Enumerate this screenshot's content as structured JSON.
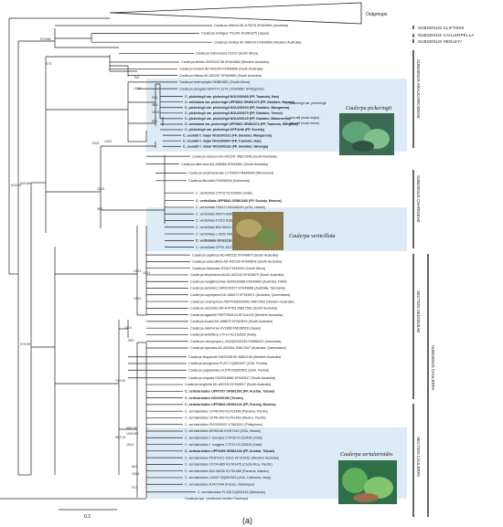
{
  "outgroups_label": "Outgroups",
  "scale_label": "0.2",
  "panel_label": "(a)",
  "group_labels": [
    {
      "text": "SUBGENUS CLIFTONII"
    },
    {
      "text": "SUBGENUS CAULERPELLA"
    },
    {
      "text": "SUBGENUS HEDLEYI"
    }
  ],
  "vertical_labels": [
    {
      "text": "SUBGENUS ARAUCARIOIDEAE"
    },
    {
      "text": "SUBGENUS CHARIDEAE"
    },
    {
      "text": "SECTION SEDOIDEAE"
    },
    {
      "text": "SUBGENUS CAULERPA"
    },
    {
      "text": "SECTION CAULERPA"
    }
  ],
  "photo_labels": [
    "Caulerpa pickeringii",
    "Caulerpa verticillata",
    "Caulerpa sertularioides"
  ],
  "node_supports": [
    "97/0.88",
    "97/1",
    "52/0.82",
    "76/1",
    "100/1",
    "93/1",
    "98/1",
    "100/1",
    "99/1",
    "100/1",
    "100/1",
    "54/0.86",
    "100/1",
    "99/1",
    "97/0.99",
    "100/1",
    "100/1",
    "100/1",
    "100/1",
    "74/0.94",
    "99/1",
    "88/0.78",
    "100/0.82",
    "60/0.75",
    "100/1",
    "86/1",
    "100/1",
    "97/1"
  ],
  "tips": [
    {
      "text": "Caulerpa cliftonii AD-A79076 KF649854 (Australia)",
      "bold": false
    },
    {
      "text": "Caulerpa ambigua TS1341 KU361875 (Japan)",
      "bold": false
    },
    {
      "text": "Caulerpa hedleyi AD-A86143 KF649869 (Western Australia)",
      "bold": false
    },
    {
      "text": "Caulerpa holmesiana D1201 (South Africa)",
      "bold": false
    },
    {
      "text": "Caulerpa flexilis GWS024748 KF649866 (Western Australia)",
      "bold": false
    },
    {
      "text": "Caulerpa brownii AD-A92244 KF649856 (South Australia)",
      "bold": false
    },
    {
      "text": "Caulerpa trifaria AD-A92257 KF649860 (South Australia)",
      "bold": false
    },
    {
      "text": "Caulerpa heterophylla NMB61681 (South Africa)",
      "bold": false
    },
    {
      "text": "Caulerpa elongata GENT-FL1174_KF649867 (Philippines)",
      "bold": false
    },
    {
      "text": "C. pickeringii var. pickeringii NOU200068 (FP, Tuamotu, Hao)",
      "bold": true
    },
    {
      "text": "C. webbiana var. pickeringii UPF5804 OR861070 (FP, Gambier, Morane)",
      "bold": true
    },
    {
      "text": "C. pickeringii var. pickeringii NOU200104 (FP, Gambier, Mangareva)",
      "bold": true
    },
    {
      "text": "C. pickeringii var. pickeringii NOU200070 (FP, Gambier, Temoe)",
      "bold": true
    },
    {
      "text": "C. pickeringii var. pickeringii NOU200129 (FP, Gambier, Makaroreva)",
      "bold": true
    },
    {
      "text": "C. webbiana var. pickeringii UPF5802 OR861074 (FP, Tuamotu, Rangiroa)",
      "bold": true
    },
    {
      "text": "C. pickeringii var. pickeringii UPF4246 (FP, Society)",
      "bold": true
    },
    {
      "text": "C. seuratii f. major NOU200131 (FP, Gambier, Mangareva)",
      "bold": true
    },
    {
      "text": "C. seuratii f. major NOU200067 (FP, Tuamotu, Hao)",
      "bold": true
    },
    {
      "text": "C. seuratii f. minor NOU200126 (FP, Gambier, Vahanga)",
      "bold": true
    },
    {
      "text": "Caulerpa obscura AD-A92247 JN817645 (South Australia)",
      "bold": false
    },
    {
      "text": "Caulerpa alternans AD-A88966 KF649862 (South Australia)",
      "bold": false
    },
    {
      "text": "Caulerpa andamanensis LC70509 FR848344 (Micronesia)",
      "bold": false
    },
    {
      "text": "Caulerpa filicoides FMS56034 (Indonesia)",
      "bold": false
    },
    {
      "text": "C. verticillata CTF02 KC153430 (India)",
      "bold": false
    },
    {
      "text": "C. verticillata UPF5842 OR861066 (FP, Society, Moorea)",
      "bold": true
    },
    {
      "text": "C. verticillata TS0072 KM186530 (USA, Hawaii)",
      "bold": false
    },
    {
      "text": "C. verticillata PERTH39K10 KF314137 (Australia)",
      "bold": false
    },
    {
      "text": "C. verticillata FL015 DQ652527 (USA, Florida)",
      "bold": false
    },
    {
      "text": "C. verticillata BW-06100 KU761494 (Panama, Atlantic)",
      "bold": false
    },
    {
      "text": "C. verticillata L-0330 FM956070 (Indonesia)",
      "bold": false
    },
    {
      "text": "C. verticillata NOU221619 (FP, Society, Moorea)",
      "bold": true
    },
    {
      "text": "C. verticillata CFPA-1017 KU761495 (Panama, Pacific)",
      "bold": false
    },
    {
      "text": "Caulerpa papillosa AD-A92232 KF649879 (South Australia)",
      "bold": false
    },
    {
      "text": "Caulerpa vesiculifera AD-A92234 KF649878 (South Australia)",
      "bold": false
    },
    {
      "text": "Caulerpa bartoniae G318 FJ810426 (South Africa)",
      "bold": false
    },
    {
      "text": "Caulerpa simpliciuscula AD-A92243 KF649875 (South Australia)",
      "bold": false
    },
    {
      "text": "Caulerpa hodgkinsoniae GWS032688 KF649883 (Australia, NSW)",
      "bold": false
    },
    {
      "text": "Caulerpa sedoides GWS016227 KF649888 (Australia, Tasmania)",
      "bold": false
    },
    {
      "text": "Caulerpa coppejansii AD-A88473 KF649871 (Australia, Queensland)",
      "bold": false
    },
    {
      "text": "Caulerpa corynephora PERTH08292590 JN817653 (Western Australia)",
      "bold": false
    },
    {
      "text": "Caulerpa cactoides AD-A74763 JN817650 (South Australia)",
      "bold": false
    },
    {
      "text": "Caulerpa agardhii PERTH52K10 KF314139 (Western Australia)",
      "bold": false
    },
    {
      "text": "Caulerpa lucasii AD-A88572 KF649876 (South Australia)",
      "bold": false
    },
    {
      "text": "Caulerpa okamurae HV1888 KM186528 (Japan)",
      "bold": false
    },
    {
      "text": "Caulerpa lentillifera CTF14 KC153505 (India)",
      "bold": false
    },
    {
      "text": "Caulerpa microphysa L-SGAD0292043 FM956021 (Indonesia)",
      "bold": false
    },
    {
      "text": "Caulerpa opposita AD-A92544 JN817647 (Australia, Queensland)",
      "bold": false
    },
    {
      "text": "Caulerpa fergusonii GWS025196 JN851136 (Western Australia)",
      "bold": false
    },
    {
      "text": "Caulerpa lanuginosa FL207 DQ652497 (USA, Florida)",
      "bold": false
    },
    {
      "text": "Caulerpa paspaloides FL078 DQ652501 (USA, Florida)",
      "bold": false
    },
    {
      "text": "Caulerpa crispata GWS016662 KF649917 (South Australia)",
      "bold": false
    },
    {
      "text": "Caulerpa longifolia AD-A92232 KF649917 (South Australia)",
      "bold": false
    },
    {
      "text": "C. sertularioides UPF5787 OR861002 (FP, Austral, Tubuai)",
      "bold": true
    },
    {
      "text": "C. sertularioides NOU200106 (Tuvalu)",
      "bold": true
    },
    {
      "text": "C. sertularioides UPF5809 OR861041 (FP, Society, Moorea)",
      "bold": true
    },
    {
      "text": "C. sertularioides CFPA-500 KU761486 (Panama, Pacific)",
      "bold": false
    },
    {
      "text": "C. sertularioides CFPA-469 KU761483 (Mexico, Pacific)",
      "bold": false
    },
    {
      "text": "C. sertularioides RVG000007 KT863531 (Philippines)",
      "bold": false
    },
    {
      "text": "C. sertularioides ARS0248 KJ957120 (USA, Hawaii)",
      "bold": false
    },
    {
      "text": "C. sertularioides f. brevipes CTF08 KC153499 (India)",
      "bold": false
    },
    {
      "text": "C. sertularioides f. longipes CTF22 KC153513 (India)",
      "bold": false
    },
    {
      "text": "C. sertularioides UPF4499 OR861042 (FP, Austral, Tubuai)",
      "bold": true
    },
    {
      "text": "C. sertularioides PERTH21-10911 KF314161 (Western Australia)",
      "bold": false
    },
    {
      "text": "C. sertularioides CFCR-865 KU761475 (Costa Rica, Pacific)",
      "bold": false
    },
    {
      "text": "C. sertularioides BW-06036 KU761466 (Panama, Atlantic)",
      "bold": false
    },
    {
      "text": "C. sertularioides CA037 DQ652393 (USA, California, shop)",
      "bold": false
    },
    {
      "text": "C. sertularioides AJ417944 (France, Martinique)",
      "bold": false
    },
    {
      "text": "C. sertularioides FL236 DQ652416 (Bahamas)",
      "bold": false
    },
    {
      "text": "Caulerpa spp. (continued section Caulerpa)",
      "bold": false
    }
  ],
  "side_notes": [
    "C. pickeringii var. pickeringii",
    "C. seuratii (ecad major)",
    "C. seuratii (ecad minor)"
  ],
  "colors": {
    "highlight": "#dcebf6",
    "line": "#222222",
    "bar": "#000000"
  }
}
